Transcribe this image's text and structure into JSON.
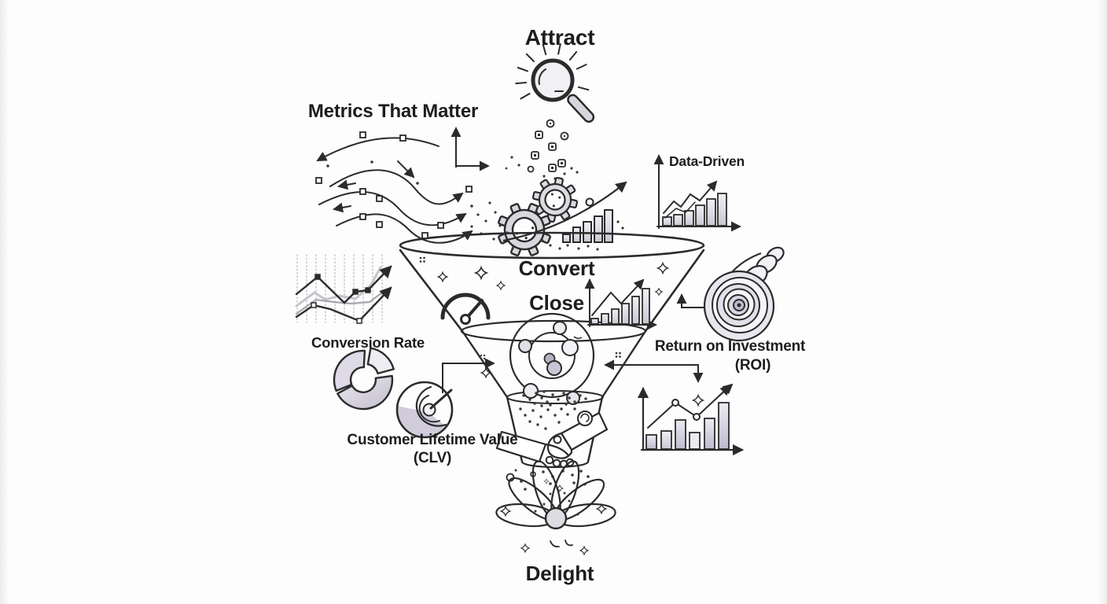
{
  "diagram": {
    "title": "Inbound marketing funnel sketch",
    "stages": {
      "attract": "Attract",
      "convert": "Convert",
      "close": "Close",
      "delight": "Delight"
    },
    "annotations": {
      "metrics_title": "Metrics That Matter",
      "data_driven": "Data-Driven",
      "conversion_rate": "Conversion Rate",
      "clv_line1": "Customer Lifetime Value",
      "clv_line2": "(CLV)",
      "roi_line1": "Return on Investment",
      "roi_line2": "(ROI)"
    },
    "icons": [
      "magnifier-icon",
      "falling-leads-icons",
      "flow-arrows-icon",
      "axis-icon",
      "gears-icon",
      "growth-bars-icon",
      "funnel",
      "gauge-icon",
      "orbit-circles-icon",
      "trend-lines-icon",
      "pie-chart-icon",
      "clv-icon",
      "roi-spiral-icon",
      "data-driven-chart-icon",
      "close-chart-icon",
      "roi-bar-chart-icon",
      "handshake-icon",
      "delight-atom-icon",
      "sparkle",
      "confetti-dots"
    ],
    "colors": {
      "ink": "#2b2b2b",
      "fill_light": "#ececf1",
      "fill_gray": "#d9d9df",
      "fill_lavender": "#c9c3d6",
      "background": "#fdfdfd"
    }
  }
}
